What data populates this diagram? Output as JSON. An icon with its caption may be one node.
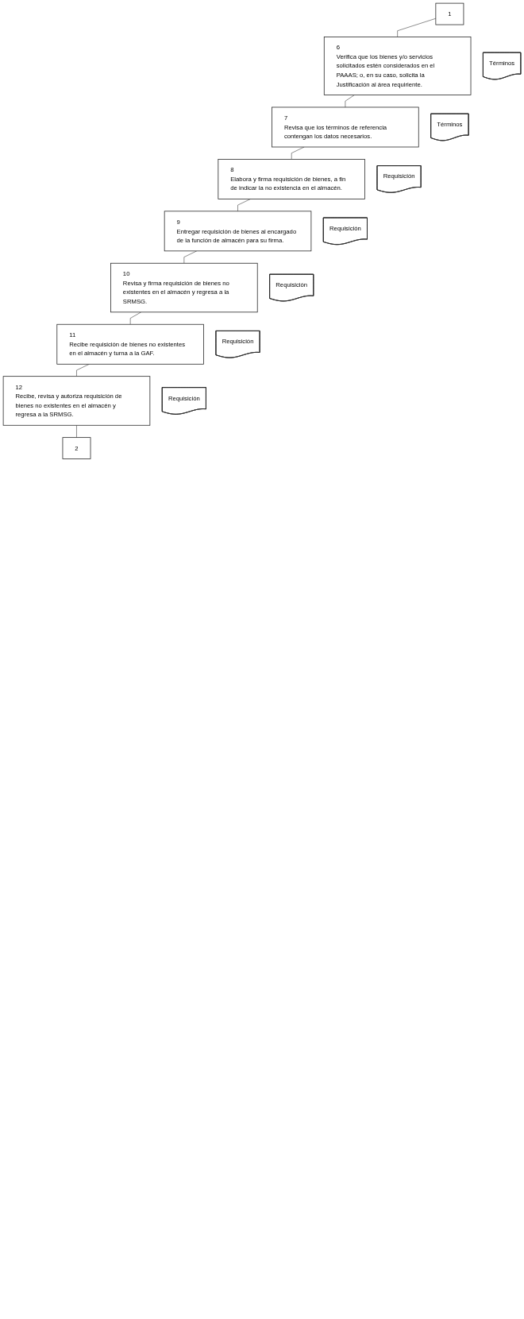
{
  "diagram": {
    "nodes": [
      {
        "text": [
          "1"
        ]
      },
      {
        "text": [
          "6",
          "Verifica que los bienes y/o servicios solicitados estén considerados en el PAAAS; o, en su caso, solicita la Justificación al área requiriente."
        ]
      },
      {
        "text": [
          "Términos"
        ]
      },
      {
        "text": [
          "7",
          "Revisa que los términos de referencia contengan los datos necesarios."
        ]
      },
      {
        "text": [
          "Términos"
        ]
      },
      {
        "text": [
          "8",
          "Elabora y firma requisición de bienes, a fin de indicar la no existencia en el almacén."
        ]
      },
      {
        "text": [
          "Requisición"
        ]
      },
      {
        "text": [
          "9",
          "Entregar requisición de bienes al encargado de la función de almacén para su firma."
        ]
      },
      {
        "text": [
          "Requisición"
        ]
      },
      {
        "text": [
          "10",
          "Revisa y firma requisición de bienes no existentes en el almacén y regresa a la SRMSG."
        ]
      },
      {
        "text": [
          "Requisición"
        ]
      },
      {
        "text": [
          "11",
          "Recibe requisición de bienes no existentes en el almacén y turna a la GAF."
        ]
      },
      {
        "text": [
          "Requisición"
        ]
      },
      {
        "text": [
          "12",
          "Recibe, revisa y autoriza requisición de bienes no existentes en el almacén y regresa a la SRMSG."
        ]
      },
      {
        "text": [
          "Requisición"
        ]
      },
      {
        "text": [
          "2"
        ]
      }
    ],
    "edges": [
      {
        "from": 0,
        "to": 1,
        "arrow": "none"
      },
      {
        "from": 1,
        "to": 3,
        "arrow": "none"
      },
      {
        "from": 3,
        "to": 5,
        "arrow": "none"
      },
      {
        "from": 5,
        "to": 7,
        "arrow": "none"
      },
      {
        "from": 7,
        "to": 9,
        "arrow": "none"
      },
      {
        "from": 9,
        "to": 11,
        "arrow": "none"
      },
      {
        "from": 11,
        "to": 13,
        "arrow": "none"
      },
      {
        "from": 13,
        "to": 15,
        "arrow": "none"
      }
    ]
  }
}
